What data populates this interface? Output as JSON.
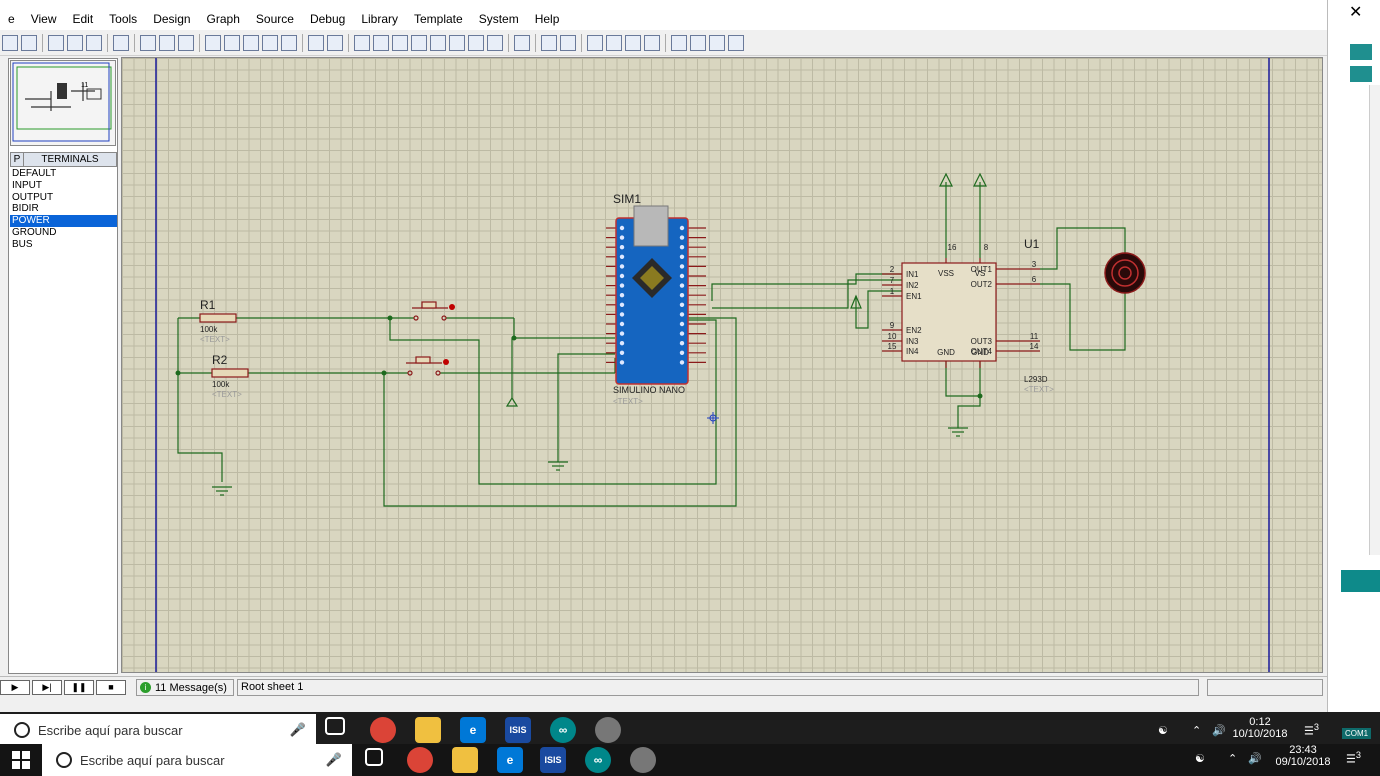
{
  "menu": [
    "e",
    "View",
    "Edit",
    "Tools",
    "Design",
    "Graph",
    "Source",
    "Debug",
    "Library",
    "Template",
    "System",
    "Help"
  ],
  "toolbar_icons": [
    "open-icon",
    "save-icon",
    "import-icon",
    "export-icon",
    "print-icon",
    "area-icon",
    "refresh-icon",
    "grid-icon",
    "origin-icon",
    "pan-icon",
    "zoom-in-icon",
    "zoom-out-icon",
    "zoom-all-icon",
    "zoom-area-icon",
    "undo-icon",
    "redo-icon",
    "cut-icon",
    "copy-icon",
    "paste-icon",
    "block-copy-icon",
    "block-move-icon",
    "block-rotate-icon",
    "block-delete-icon",
    "pick-icon",
    "wire-autorouter-icon",
    "search-icon",
    "property-icon",
    "netlist-icon",
    "library-icon",
    "make-device-icon",
    "package-tool-icon",
    "decompose-icon",
    "electrical-check-icon",
    "bill-of-materials-icon",
    "ares-icon"
  ],
  "terminals": {
    "header_p": "P",
    "title": "TERMINALS",
    "items": [
      "DEFAULT",
      "INPUT",
      "OUTPUT",
      "BIDIR",
      "POWER",
      "GROUND",
      "BUS"
    ],
    "selected": "POWER"
  },
  "schematic": {
    "r1": {
      "ref": "R1",
      "value": "100k",
      "text": "<TEXT>"
    },
    "r2": {
      "ref": "R2",
      "value": "100k",
      "text": "<TEXT>"
    },
    "sim1": {
      "ref": "SIM1",
      "name": "SIMULINO NANO",
      "text": "<TEXT>"
    },
    "u1": {
      "ref": "U1",
      "part": "L293D",
      "text": "<TEXT>",
      "pins_left": [
        {
          "num": "2",
          "name": "IN1"
        },
        {
          "num": "7",
          "name": "IN2"
        },
        {
          "num": "1",
          "name": "EN1"
        },
        {
          "num": "9",
          "name": "EN2"
        },
        {
          "num": "10",
          "name": "IN3"
        },
        {
          "num": "15",
          "name": "IN4"
        }
      ],
      "pins_top": [
        {
          "num": "16",
          "name": "VSS"
        },
        {
          "num": "8",
          "name": "VS"
        }
      ],
      "pins_right": [
        {
          "num": "3",
          "name": "OUT1"
        },
        {
          "num": "6",
          "name": "OUT2"
        },
        {
          "num": "11",
          "name": "OUT3"
        },
        {
          "num": "14",
          "name": "OUT4"
        }
      ],
      "pins_bottom": [
        "GND",
        "GND"
      ]
    }
  },
  "status": {
    "messages": "11 Message(s)",
    "sheet": "Root sheet 1"
  },
  "taskbar_top": {
    "search_placeholder": "Escribe aquí para buscar",
    "time": "0:12",
    "date": "10/10/2018",
    "notifications": "3",
    "com": "COM1"
  },
  "taskbar_bottom": {
    "search_placeholder": "Escribe aquí para buscar",
    "time": "23:43",
    "date": "09/10/2018",
    "notifications": "3"
  },
  "colors": {
    "canvas": "#d9d6c0",
    "wire": "#1e6a1e",
    "component": "#8b1a1a",
    "board": "#1565c0",
    "selection": "#0a64d8"
  }
}
